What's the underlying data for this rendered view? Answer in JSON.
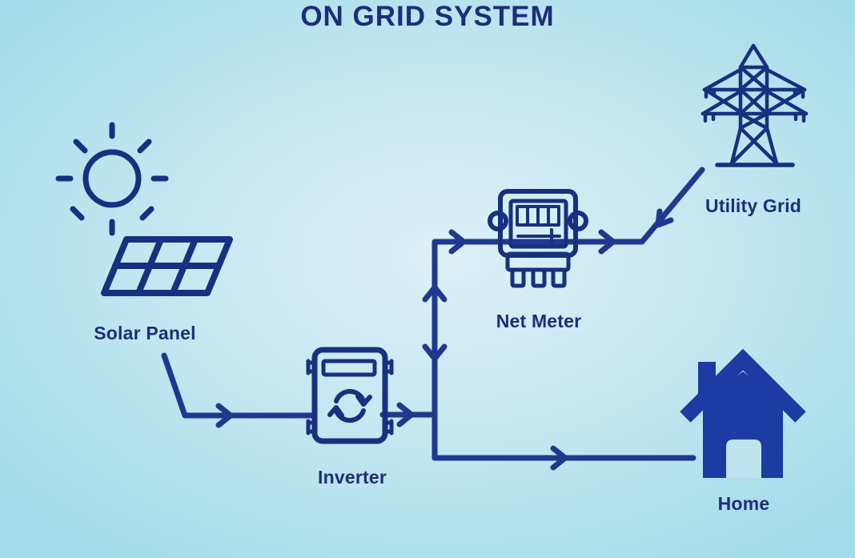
{
  "title": "ON GRID SYSTEM",
  "colors": {
    "background_edge": "#a3dcea",
    "background_center": "#ddf0f7",
    "line": "#20388f",
    "icon": "#17307f",
    "text": "#1d2d7b",
    "house_fill": "#1e3aa3",
    "box_fill": "#d9eef6"
  },
  "nodes": {
    "sun": {
      "icon": "sun-icon"
    },
    "solar_panel": {
      "label": "Solar Panel",
      "icon": "solar-panel-icon"
    },
    "inverter": {
      "label": "Inverter",
      "icon": "inverter-icon"
    },
    "net_meter": {
      "label": "Net Meter",
      "icon": "net-meter-icon"
    },
    "utility_grid": {
      "label": "Utility Grid",
      "icon": "transmission-tower-icon"
    },
    "home": {
      "label": "Home",
      "icon": "house-icon"
    }
  },
  "connections": [
    {
      "from": "solar_panel",
      "to": "inverter",
      "direction": "one-way"
    },
    {
      "from": "inverter",
      "to": "junction",
      "direction": "one-way"
    },
    {
      "from": "junction",
      "to": "net_meter",
      "direction": "two-way"
    },
    {
      "from": "net_meter",
      "to": "utility_grid",
      "direction": "two-way"
    },
    {
      "from": "junction",
      "to": "home",
      "direction": "one-way"
    }
  ]
}
